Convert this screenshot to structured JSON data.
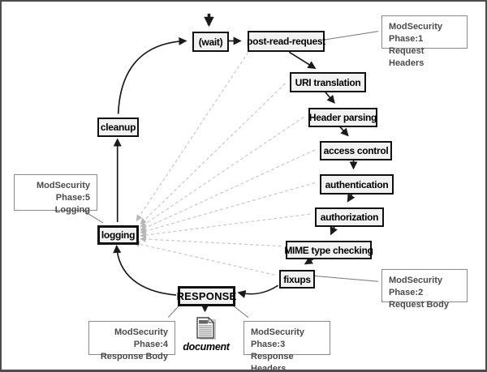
{
  "nodes": {
    "wait": "(wait)",
    "post_read_request": "post-read-request",
    "uri_translation": "URI translation",
    "header_parsing": "Header parsing",
    "access_control": "access control",
    "authentication": "authentication",
    "authorization": "authorization",
    "mime_type_checking": "MIME type checking",
    "fixups": "fixups",
    "response": "RESPONSE",
    "logging": "logging",
    "cleanup": "cleanup"
  },
  "annotations": {
    "phase1": {
      "line1": "ModSecurity Phase:1",
      "line2": "Request Headers"
    },
    "phase2": {
      "line1": "ModSecurity Phase:2",
      "line2": "Request Body"
    },
    "phase3": {
      "line1": "ModSecurity Phase:3",
      "line2": "Response Headers"
    },
    "phase4": {
      "line1": "ModSecurity Phase:4",
      "line2": "Response Body"
    },
    "phase5": {
      "line1": "ModSecurity Phase:5",
      "line2": "Logging"
    }
  },
  "document_label": "document",
  "colors": {
    "node_fill": "#f2f2f2",
    "node_border": "#111111",
    "annotation_border": "#8a8a8a",
    "annotation_text": "#4a4a4a",
    "solid_arrow": "#1a1a1a",
    "dashed_arrow": "#cccccc",
    "dashed_arrowhead": "#b8b8b8"
  }
}
